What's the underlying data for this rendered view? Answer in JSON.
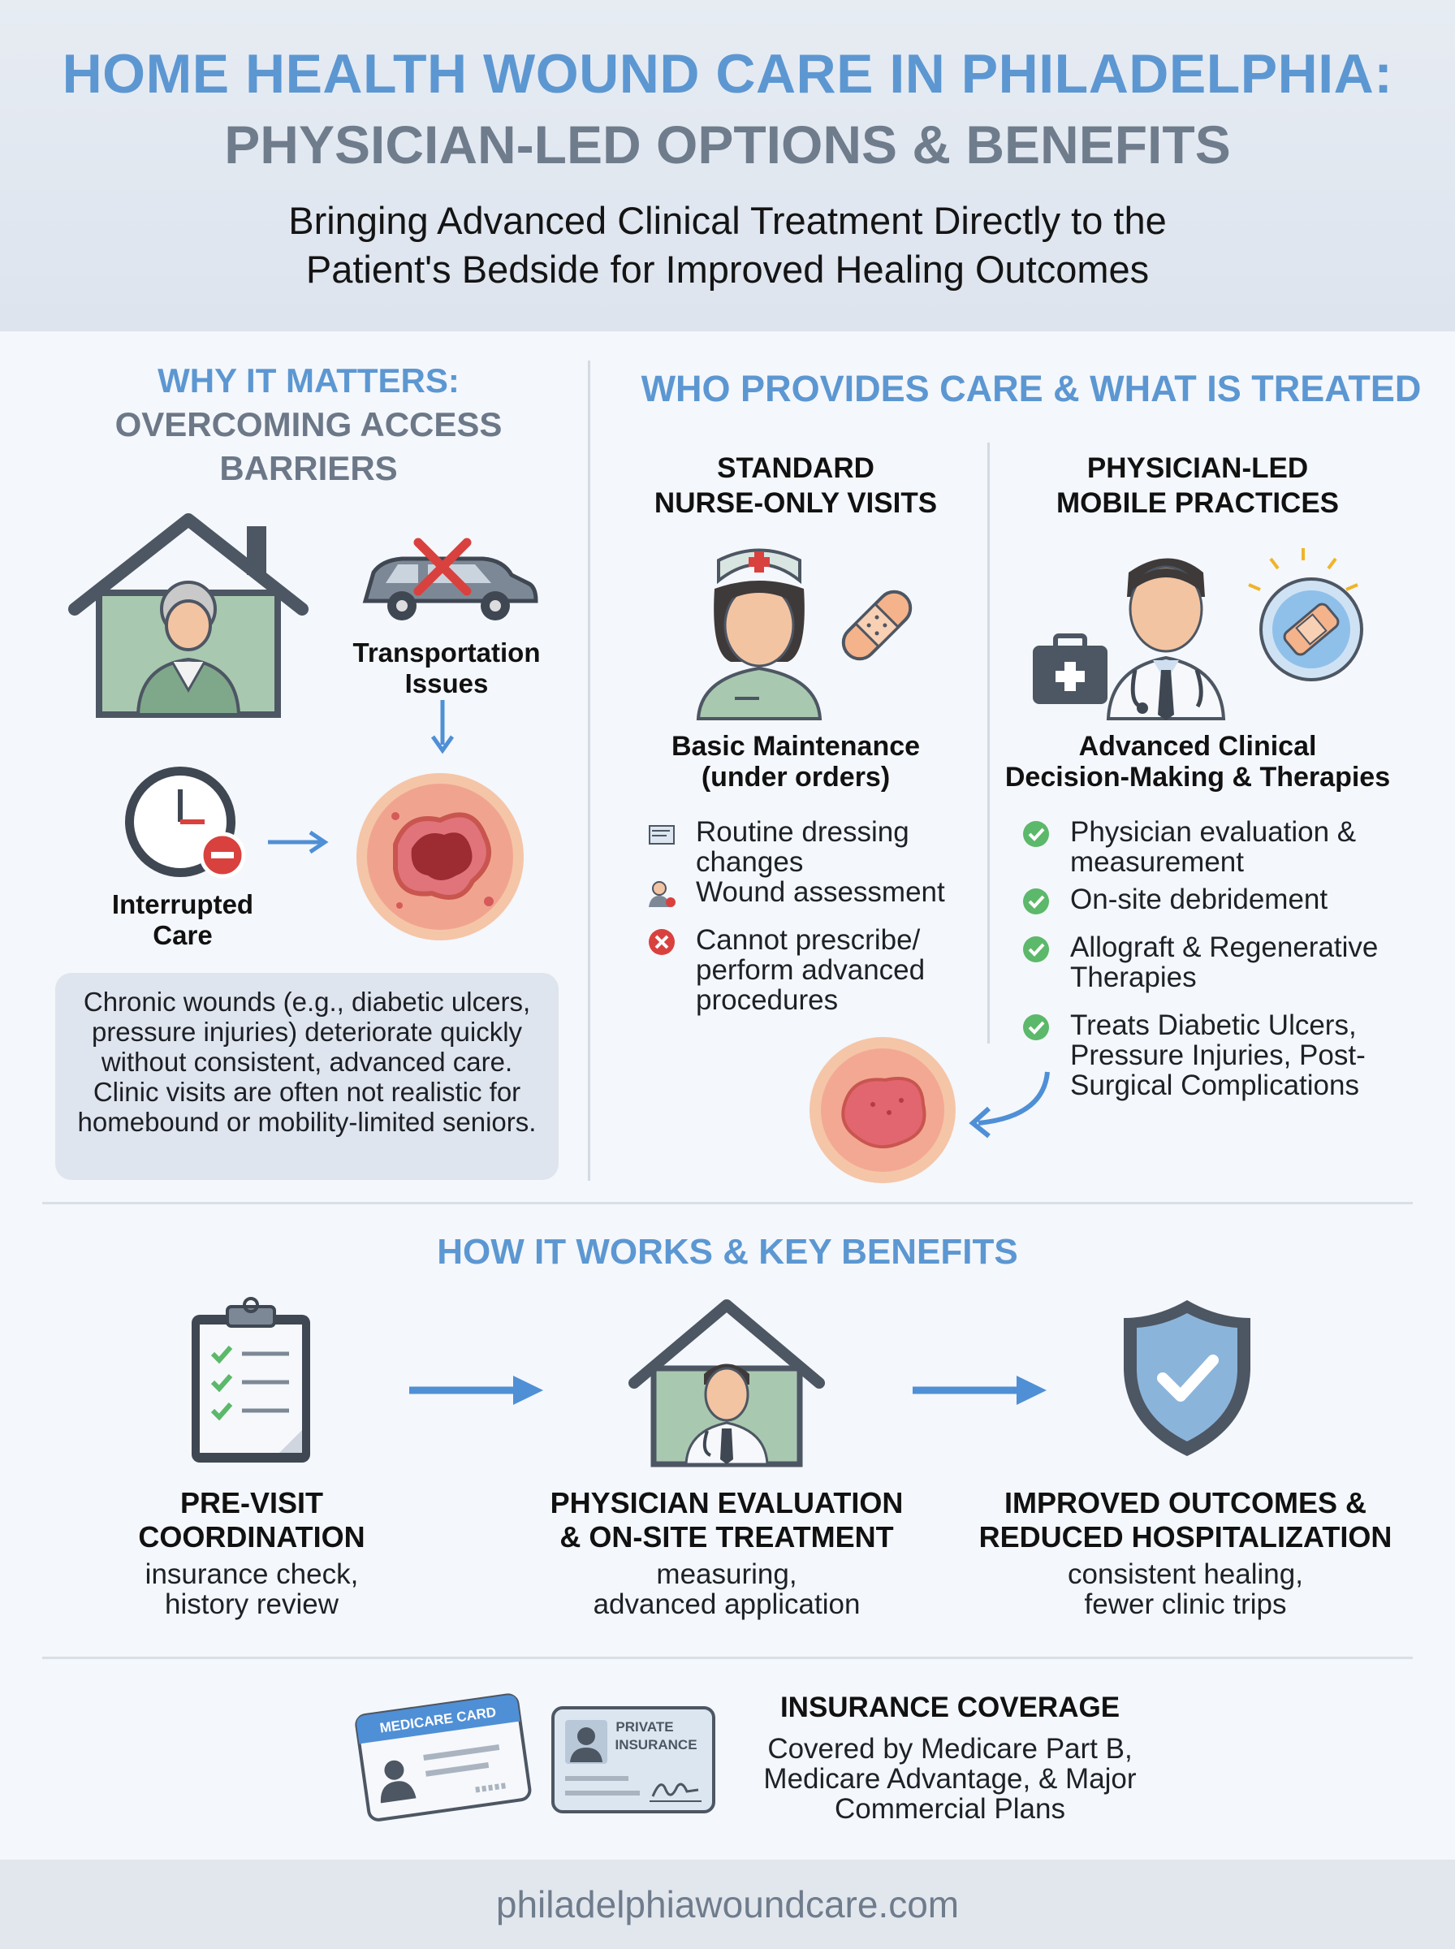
{
  "header": {
    "title_line1": "HOME HEALTH WOUND CARE IN PHILADELPHIA:",
    "title_line2": "PHYSICIAN-LED OPTIONS & BENEFITS",
    "subtitle_line1": "Bringing Advanced Clinical Treatment Directly to the",
    "subtitle_line2": "Patient's Bedside for Improved Healing Outcomes"
  },
  "why": {
    "title_line1": "WHY IT MATTERS:",
    "title_line2": "OVERCOMING ACCESS",
    "title_line3": "BARRIERS",
    "transport_label1": "Transportation",
    "transport_label2": "Issues",
    "interrupted_label1": "Interrupted",
    "interrupted_label2": "Care",
    "info_text": "Chronic wounds (e.g., diabetic ulcers, pressure injuries) deteriorate quickly without consistent, advanced care. Clinic visits are often not realistic for homebound or mobility-limited seniors."
  },
  "who": {
    "title": "WHO PROVIDES CARE & WHAT IS TREATED",
    "nurse": {
      "head1": "STANDARD",
      "head2": "NURSE-ONLY VISITS",
      "sub1": "Basic Maintenance",
      "sub2": "(under orders)",
      "items": [
        {
          "l1": "Routine dressing",
          "l2": "changes",
          "l3": "",
          "icon": "dressing-icon"
        },
        {
          "l1": "Wound assessment",
          "l2": "",
          "l3": "",
          "icon": "nurse-assessment-icon"
        },
        {
          "l1": "Cannot prescribe/",
          "l2": "perform advanced",
          "l3": "procedures",
          "icon": "x-circle-icon"
        }
      ]
    },
    "physician": {
      "head1": "PHYSICIAN-LED",
      "head2": "MOBILE PRACTICES",
      "sub1": "Advanced Clinical",
      "sub2": "Decision-Making & Therapies",
      "items": [
        {
          "l1": "Physician evaluation &",
          "l2": "measurement",
          "l3": "",
          "icon": "check-circle-icon"
        },
        {
          "l1": "On-site debridement",
          "l2": "",
          "l3": "",
          "icon": "check-circle-icon"
        },
        {
          "l1": "Allograft & Regenerative",
          "l2": "Therapies",
          "l3": "",
          "icon": "check-circle-icon"
        },
        {
          "l1": "Treats Diabetic Ulcers,",
          "l2": "Pressure Injuries, Post-",
          "l3": "Surgical Complications",
          "icon": "check-circle-icon"
        }
      ]
    }
  },
  "how": {
    "title": "HOW IT WORKS & KEY BENEFITS",
    "steps": [
      {
        "t1": "PRE-VISIT",
        "t2": "COORDINATION",
        "d1": "insurance check,",
        "d2": "history review"
      },
      {
        "t1": "PHYSICIAN EVALUATION",
        "t2": "& ON-SITE TREATMENT",
        "d1": "measuring,",
        "d2": "advanced application"
      },
      {
        "t1": "IMPROVED OUTCOMES &",
        "t2": "REDUCED HOSPITALIZATION",
        "d1": "consistent healing,",
        "d2": "fewer clinic trips"
      }
    ]
  },
  "insurance": {
    "title": "INSURANCE COVERAGE",
    "desc1": "Covered by Medicare Part B,",
    "desc2": "Medicare Advantage, & Major",
    "desc3": "Commercial Plans",
    "medicare_card_label": "MEDICARE CARD",
    "private_label1": "PRIVATE",
    "private_label2": "INSURANCE"
  },
  "footer": {
    "url": "philadelphiawoundcare.com"
  }
}
